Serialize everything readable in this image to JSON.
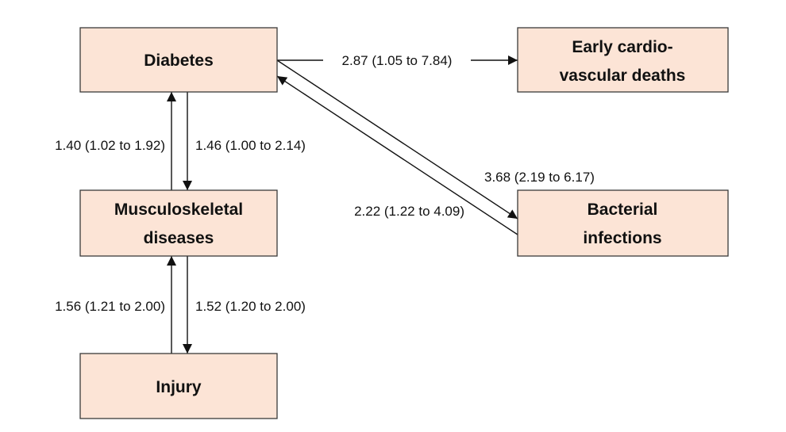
{
  "nodes": {
    "diabetes": {
      "lines": [
        "Diabetes"
      ]
    },
    "early_cvd": {
      "lines": [
        "Early cardio-",
        "vascular deaths"
      ]
    },
    "musculoskeletal": {
      "lines": [
        "Musculoskeletal",
        "diseases"
      ]
    },
    "bacterial": {
      "lines": [
        "Bacterial",
        "infections"
      ]
    },
    "injury": {
      "lines": [
        "Injury"
      ]
    }
  },
  "edges": {
    "diabetes_to_cvd": "2.87 (1.05 to 7.84)",
    "musculo_to_diabetes": "1.40 (1.02 to 1.92)",
    "diabetes_to_musculo": "1.46 (1.00 to 2.14)",
    "diabetes_to_bacterial": "3.68 (2.19 to 6.17)",
    "bacterial_to_diabetes": "2.22 (1.22 to 4.09)",
    "injury_to_musculo": "1.56 (1.21 to 2.00)",
    "musculo_to_injury": "1.52 (1.20 to 2.00)"
  },
  "colors": {
    "box_fill": "#fce4d6",
    "box_stroke": "#3a3a3a",
    "line": "#111111"
  }
}
